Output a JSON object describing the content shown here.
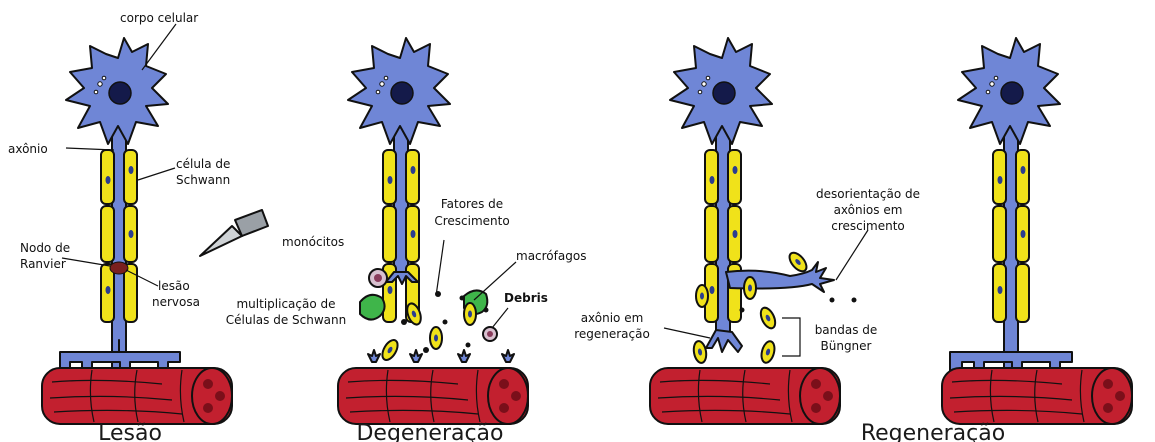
{
  "stages": {
    "lesao": "Lesão",
    "degeneracao": "Degeneração",
    "regeneracao": "Regeneração"
  },
  "labels": {
    "corpo_celular": "corpo celular",
    "axonio": "axônio",
    "celula_schwann_1": "célula de",
    "celula_schwann_2": "Schwann",
    "nodo_1": "Nodo de",
    "nodo_2": "Ranvier",
    "lesao_1": "lesão",
    "lesao_2": "nervosa",
    "monocitos": "monócitos",
    "fatores_1": "Fatores de",
    "fatores_2": "Crescimento",
    "macrofagos": "macrófagos",
    "debris": "Debris",
    "multiplicacao_1": "multiplicação de",
    "multiplicacao_2": "Células de Schwann",
    "desorientacao_1": "desorientação de",
    "desorientacao_2": "axônios em",
    "desorientacao_3": "crescimento",
    "axonio_regen_1": "axônio em",
    "axonio_regen_2": "regeneração",
    "bandas_1": "bandas de",
    "bandas_2": "Büngner"
  },
  "colors": {
    "neuron": "#6f86d6",
    "nucleus": "#141a4a",
    "schwann": "#f0e21a",
    "schwann_nucleus": "#2b3d8f",
    "muscle": "#c2202f",
    "muscle_dark": "#7a0f1a",
    "macrophage": "#3fb54a",
    "monocyte": "#8a3c5c",
    "blade": "#9aa0a6",
    "lesion": "#7a1f1f"
  }
}
